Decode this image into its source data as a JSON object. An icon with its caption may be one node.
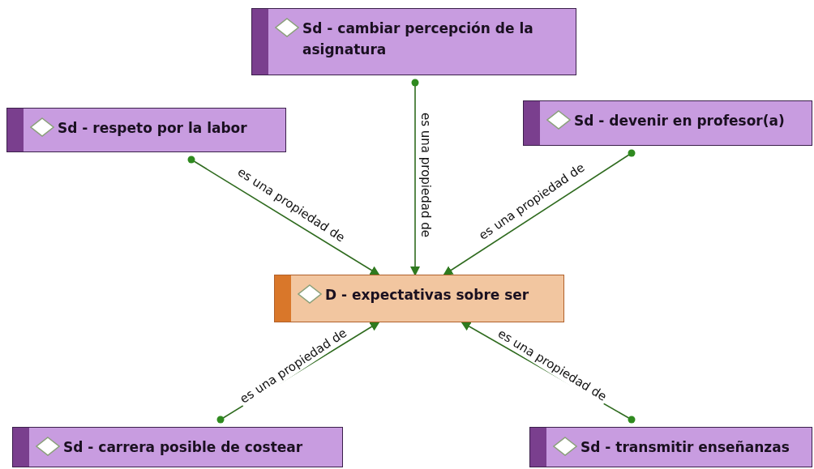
{
  "diagram": {
    "nodes": [
      {
        "text": [
          "Sd - cambiar percepción de la asignatura"
        ]
      },
      {
        "text": [
          "Sd - respeto por la labor"
        ]
      },
      {
        "text": [
          "Sd - devenir en profesor(a)"
        ]
      },
      {
        "text": [
          "D - expectativas sobre ser"
        ]
      },
      {
        "text": [
          "Sd - carrera posible de costear"
        ]
      },
      {
        "text": [
          "Sd - transmitir enseñanzas"
        ]
      }
    ],
    "edges": [
      {
        "from": 0,
        "to": 3,
        "arrow": "to",
        "label": "es una propiedad de"
      },
      {
        "from": 1,
        "to": 3,
        "arrow": "to",
        "label": "es una propiedad de"
      },
      {
        "from": 2,
        "to": 3,
        "arrow": "to",
        "label": "es una propiedad de"
      },
      {
        "from": 4,
        "to": 3,
        "arrow": "to",
        "label": "es una propiedad de"
      },
      {
        "from": 5,
        "to": 3,
        "arrow": "to",
        "label": "es una propiedad de"
      }
    ]
  }
}
